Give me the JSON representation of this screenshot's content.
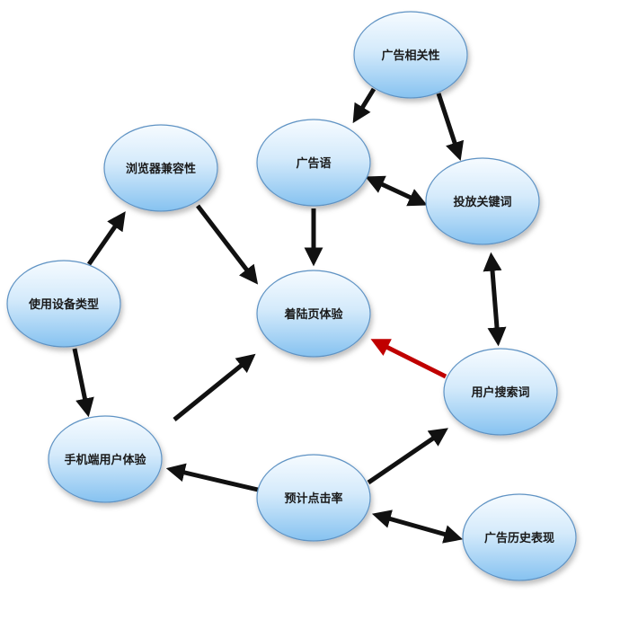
{
  "nodes": {
    "ad_relevance": "广告相关性",
    "ad_copy": "广告语",
    "keywords": "投放关键词",
    "browser_compat": "浏览器兼容性",
    "device_type": "使用设备类型",
    "landing_page": "着陆页体验",
    "search_terms": "用户搜索词",
    "mobile_ux": "手机端用户体验",
    "expected_ctr": "预计点击率",
    "ad_history": "广告历史表现"
  },
  "colors": {
    "node_fill_top": "#f4faff",
    "node_fill_bottom": "#8cc6f2",
    "node_stroke": "#5f93c4",
    "arrow": "#111111",
    "arrow_highlight": "#c00000"
  }
}
